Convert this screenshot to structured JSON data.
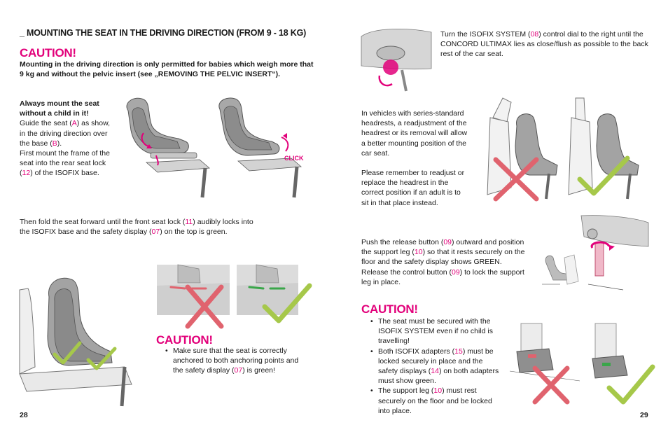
{
  "left": {
    "heading": "_ MOUNTING THE SEAT IN THE DRIVING DIRECTION (FROM 9 - 18 KG)",
    "caution1_title": "CAUTION!",
    "caution1_text": "Mounting in the driving direction is only permitted for babies which weigh more that 9 kg and without the pelvic insert (see „REMOVING THE PELVIC INSERT“).",
    "instr_bold": "Always mount the seat without a child in it!",
    "instr_a_pre": "Guide the seat (",
    "instr_a_ref": "A",
    "instr_a_post": ") as show, in the driving direction over the base (",
    "instr_b_ref": "B",
    "instr_b_post": ").",
    "instr_frame_pre": "First mount the frame of the seat into the rear seat lock (",
    "instr_frame_ref": "12",
    "instr_frame_post": ") of the ISOFIX base.",
    "click_label": "CLICK",
    "fold_pre": "Then fold the seat forward until the front seat lock (",
    "fold_ref1": "11",
    "fold_mid": ") audibly locks into the ISOFIX base and the safety display (",
    "fold_ref2": "07",
    "fold_post": ") on the top is green.",
    "caution2_title": "CAUTION!",
    "caution2_pre": "Make sure that the seat is correctly anchored to both anchoring points and the safety display (",
    "caution2_ref": "07",
    "caution2_post": ") is green!",
    "page_number": "28"
  },
  "right": {
    "isofix_pre": "Turn the ISOFIX SYSTEM (",
    "isofix_ref": "08",
    "isofix_post": ") control dial to the right until the CONCORD ULTIMAX lies as close/flush as possible to the back rest of the car seat.",
    "headrest_text": "In vehicles with series-standard headrests, a readjustment of the headrest or its removal will allow a better mounting position of the car seat.",
    "readjust_text": "Please remember to readjust or replace the headrest in the correct position if an adult is to sit in that place instead.",
    "push_pre": "Push the release button (",
    "push_ref1": "09",
    "push_mid1": ") outward and position the support leg (",
    "push_ref2": "10",
    "push_mid2": ") so that it rests securely on the floor and the safety display shows GREEN. Release the control button (",
    "push_ref3": "09",
    "push_post": ") to lock the support leg in place.",
    "caution_title": "CAUTION!",
    "bullet1": "The seat must be secured with the ISOFIX SYSTEM even if no child is travelling!",
    "bullet2_pre": "Both ISOFIX adapters (",
    "bullet2_ref1": "15",
    "bullet2_mid": ") must be locked securely in place and the safety displays (",
    "bullet2_ref2": "14",
    "bullet2_post": ") on both adapters must show green.",
    "bullet3_pre": "The support leg (",
    "bullet3_ref": "10",
    "bullet3_post": ") must rest securely on the floor and be locked into place.",
    "page_number": "29"
  },
  "colors": {
    "accent": "#e2007a",
    "cross": "#e0636e",
    "check": "#a6c84a",
    "seat_gray": "#9d9d9d"
  }
}
